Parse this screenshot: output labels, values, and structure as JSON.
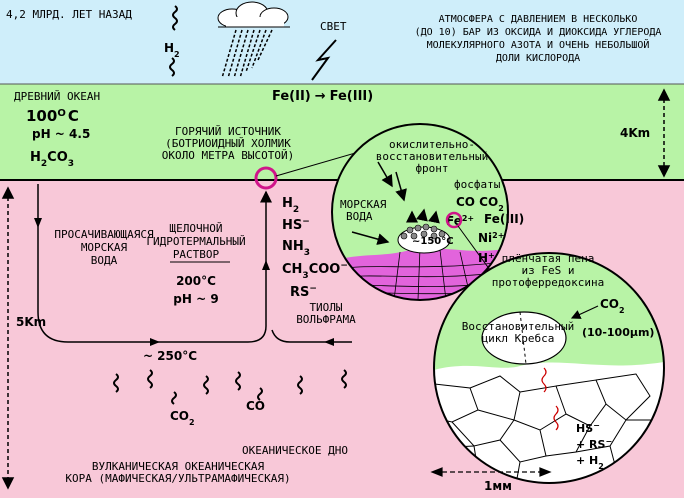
{
  "header": {
    "date_label": "4,2 МЛРД. ЛЕТ НАЗАД",
    "gas_top": "H2",
    "light_label": "СВЕТ",
    "atmosphere": [
      "АТМОСФЕРА С ДАВЛЕНИЕМ В НЕСКОЛЬКО",
      "(ДО 10) БАР ИЗ ОКСИДА И ДИОКСИДА УГЛЕРОДА",
      "МОЛЕКУЛЯРНОГО АЗОТА И ОЧЕНЬ НЕБОЛЬШОЙ",
      "ДОЛИ КИСЛОРОДА"
    ]
  },
  "ocean": {
    "title": "ДРЕВНИЙ ОКЕАН",
    "temp_num": "100",
    "temp_unit": "O",
    "temp_c": "C",
    "ph": "pH ~ 4.5",
    "acid": "H2CO3",
    "iron": "Fe(II)",
    "iron_arrow": "→",
    "iron2": "Fe(III)",
    "depth": "4Km"
  },
  "vent": {
    "title": [
      "ГОРЯЧИЙ ИСТОЧНИК",
      "(БОТРИОИДНЫЙ ХОЛМИК",
      "ОКОЛО МЕТРА ВЫСОТОЙ)"
    ]
  },
  "crust": {
    "seepage": [
      "ПРОСАЧИВАЮЩАЯСЯ",
      "МОРСКАЯ",
      "ВОДА"
    ],
    "alkaline": [
      "ЩЕЛОЧНОЙ",
      "ГИДРОТЕРМАЛЬНЫЙ",
      "РАСТВОР"
    ],
    "temp200": "200°C",
    "ph9": "pH ~ 9",
    "species": [
      "H2",
      "HS−",
      "NH3",
      "CH3COO−",
      "RS−"
    ],
    "tungsten": [
      "ТИОЛЫ",
      "ВОЛЬФРАМА"
    ],
    "depth": "5Km",
    "temp250": "~ 250°C",
    "co2": "CO2",
    "co": "CO",
    "floor": "ОКЕАНИЧЕСКОЕ ДНО",
    "crust_label": [
      "ВУЛКАНИЧЕСКАЯ ОКЕАНИЧЕСКАЯ",
      "КОРА (МАФИЧЕСКАЯ/УЛЬТРАМАФИЧЕСКАЯ)"
    ]
  },
  "inset1": {
    "front": [
      "окислительно-",
      "восстановительный",
      "фронт"
    ],
    "phosphates": "фосфаты",
    "co_co2": "CO  CO2",
    "fe2": "Fe2+",
    "fe3": "Fe(III)",
    "ni": "Ni2+",
    "h": "H+",
    "sea": [
      "МОРСКАЯ",
      "ВОДА"
    ],
    "temp": "~150°C"
  },
  "inset2": {
    "foam": [
      "плёнчатая пена",
      "из FeS и",
      "протоферредоксина"
    ],
    "co2": "CO2",
    "cycle": [
      "Восстановительный",
      "цикл Кребса"
    ],
    "size": "(10-100μm)",
    "hs": "HS−",
    "rs": "+ RS−",
    "h2": "+ H2",
    "scale": "1мм"
  },
  "colors": {
    "sky": "#cfeefa",
    "ocean": "#b8f3a6",
    "crust": "#f8c8d8",
    "magenta": "#d0148a",
    "rock_purple": "#e264dc"
  }
}
